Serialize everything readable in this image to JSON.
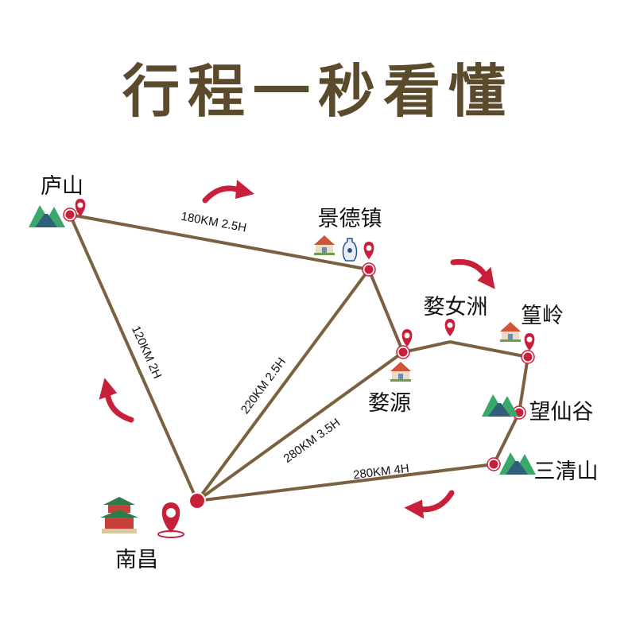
{
  "title": "行程一秒看懂",
  "places": {
    "lushan": "庐山",
    "jingdezhen": "景德镇",
    "wunvzhou": "婺女洲",
    "huangling": "篁岭",
    "wuyuan": "婺源",
    "wangxiangu": "望仙谷",
    "sanqingshan": "三清山",
    "nanchang": "南昌"
  },
  "routes": {
    "lushan_jingdezhen": "180KM  2.5H",
    "lushan_nanchang": "120KM  2H",
    "nanchang_jingdezhen": "220KM  2.5H",
    "nanchang_wuyuan": "280KM  3.5H",
    "sanqingshan_nanchang": "280KM  4H"
  },
  "colors": {
    "route": "#7a6240",
    "marker": "#c8203a",
    "title": "#5b4a2c",
    "mountain": "#3aa86b"
  }
}
